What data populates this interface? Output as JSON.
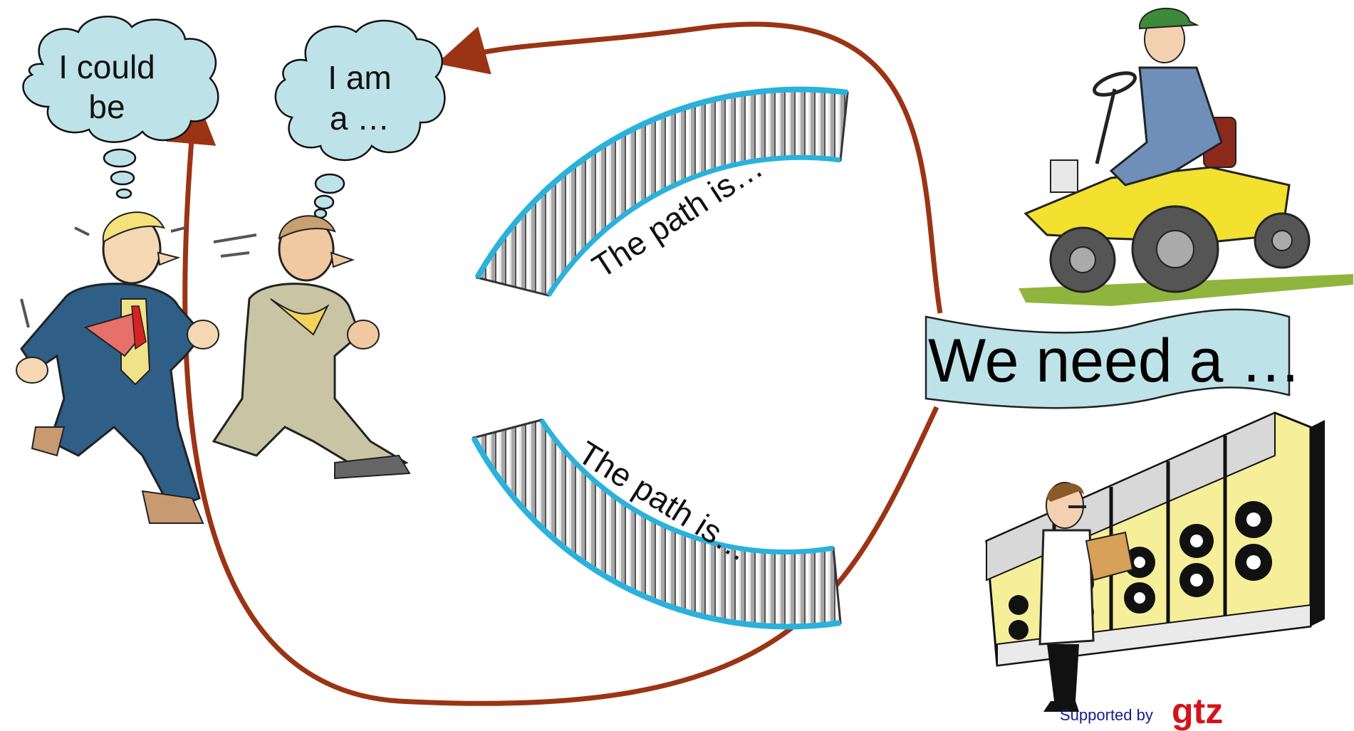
{
  "thought_bubbles": {
    "left": {
      "line1": "I could",
      "line2": "be"
    },
    "right": {
      "line1": "I am",
      "line2": "a …"
    }
  },
  "conveyor_labels": {
    "top": "The path is…",
    "bottom": "The path is…"
  },
  "banner": {
    "text": "We need a …"
  },
  "footer": {
    "supported_by": "Supported by",
    "brand": "gtz"
  },
  "colors": {
    "cycle_arrow": "#9b3414",
    "bubble_fill": "#bde3e8",
    "banner_fill": "#bde3e8",
    "conveyor_rail": "#2ab1dc",
    "conveyor_roller": "#a8a8a8",
    "credit_text": "#1a1a8c",
    "brand": "#d4141a"
  },
  "icons": {
    "runner_front": "running-businessman-icon",
    "runner_back": "running-businessman-icon",
    "farmer": "tractor-driver-icon",
    "scientist": "scientist-with-clipboard-icon",
    "machine": "mainframe-computer-icon"
  }
}
